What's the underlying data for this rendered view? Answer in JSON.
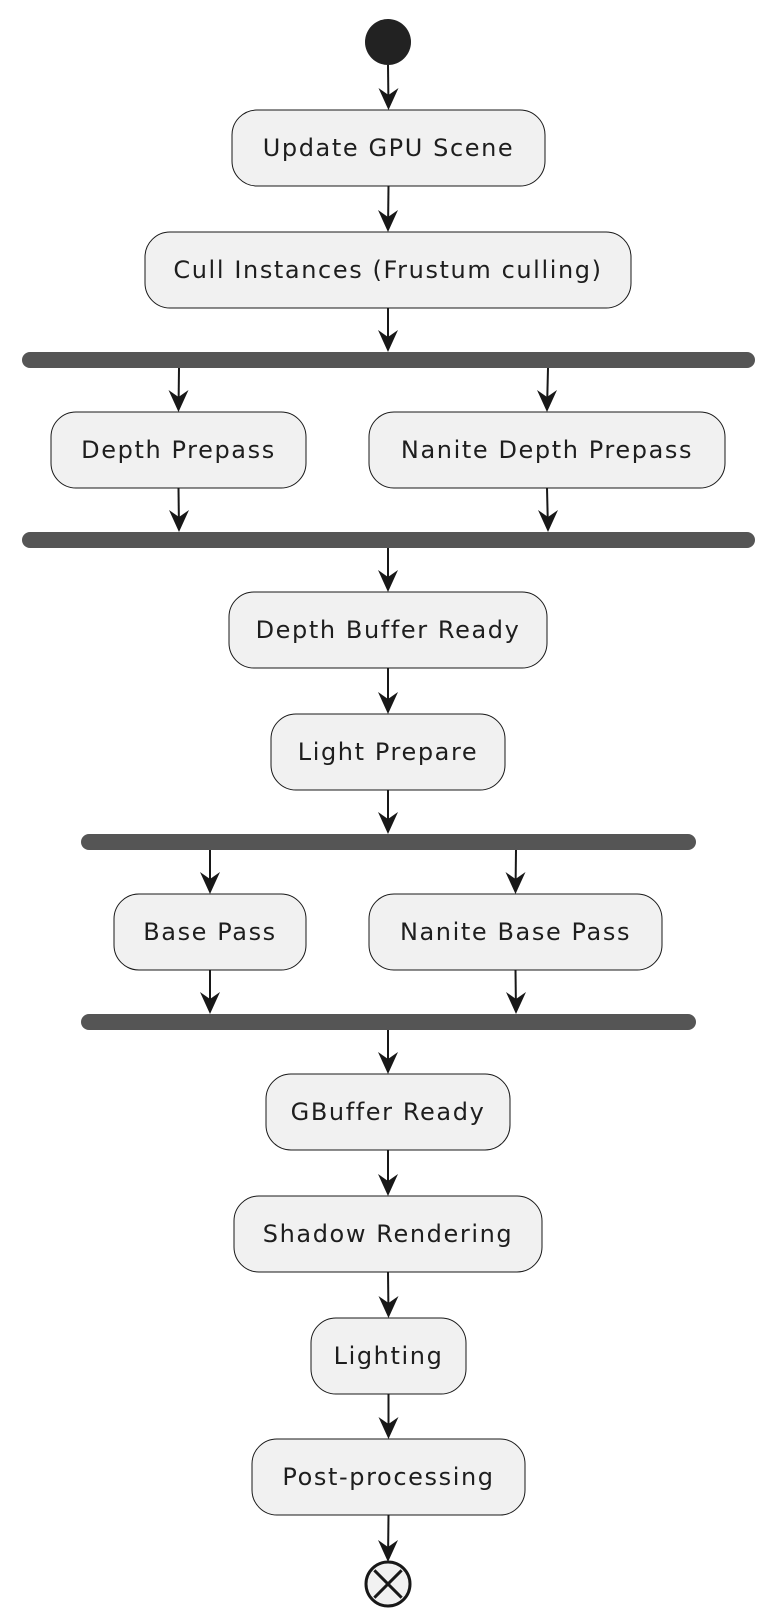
{
  "diagram": {
    "type": "activity",
    "colors": {
      "node_fill": "#f1f1f1",
      "node_border": "#181818",
      "bar": "#555555",
      "edge": "#181818",
      "start": "#222222"
    },
    "nodes": [
      {
        "id": "update-gpu-scene",
        "label": "Update GPU Scene"
      },
      {
        "id": "cull-instances",
        "label": "Cull Instances (Frustum culling)"
      },
      {
        "id": "depth-prepass",
        "label": "Depth Prepass"
      },
      {
        "id": "nanite-depth-prepass",
        "label": "Nanite Depth Prepass"
      },
      {
        "id": "depth-buffer-ready",
        "label": "Depth Buffer Ready"
      },
      {
        "id": "light-prepare",
        "label": "Light Prepare"
      },
      {
        "id": "base-pass",
        "label": "Base Pass"
      },
      {
        "id": "nanite-base-pass",
        "label": "Nanite Base Pass"
      },
      {
        "id": "gbuffer-ready",
        "label": "GBuffer Ready"
      },
      {
        "id": "shadow-rendering",
        "label": "Shadow Rendering"
      },
      {
        "id": "lighting",
        "label": "Lighting"
      },
      {
        "id": "post-processing",
        "label": "Post-processing"
      }
    ],
    "forks": [
      {
        "id": "fork-1",
        "branches": [
          "depth-prepass",
          "nanite-depth-prepass"
        ]
      },
      {
        "id": "join-1",
        "branches": [
          "depth-prepass",
          "nanite-depth-prepass"
        ]
      },
      {
        "id": "fork-2",
        "branches": [
          "base-pass",
          "nanite-base-pass"
        ]
      },
      {
        "id": "join-2",
        "branches": [
          "base-pass",
          "nanite-base-pass"
        ]
      }
    ],
    "edges": [
      {
        "from": "start",
        "to": "update-gpu-scene"
      },
      {
        "from": "update-gpu-scene",
        "to": "cull-instances"
      },
      {
        "from": "cull-instances",
        "to": "fork-1"
      },
      {
        "from": "fork-1",
        "to": "depth-prepass"
      },
      {
        "from": "fork-1",
        "to": "nanite-depth-prepass"
      },
      {
        "from": "depth-prepass",
        "to": "join-1"
      },
      {
        "from": "nanite-depth-prepass",
        "to": "join-1"
      },
      {
        "from": "join-1",
        "to": "depth-buffer-ready"
      },
      {
        "from": "depth-buffer-ready",
        "to": "light-prepare"
      },
      {
        "from": "light-prepare",
        "to": "fork-2"
      },
      {
        "from": "fork-2",
        "to": "base-pass"
      },
      {
        "from": "fork-2",
        "to": "nanite-base-pass"
      },
      {
        "from": "base-pass",
        "to": "join-2"
      },
      {
        "from": "nanite-base-pass",
        "to": "join-2"
      },
      {
        "from": "join-2",
        "to": "gbuffer-ready"
      },
      {
        "from": "gbuffer-ready",
        "to": "shadow-rendering"
      },
      {
        "from": "shadow-rendering",
        "to": "lighting"
      },
      {
        "from": "lighting",
        "to": "post-processing"
      },
      {
        "from": "post-processing",
        "to": "end"
      }
    ]
  }
}
